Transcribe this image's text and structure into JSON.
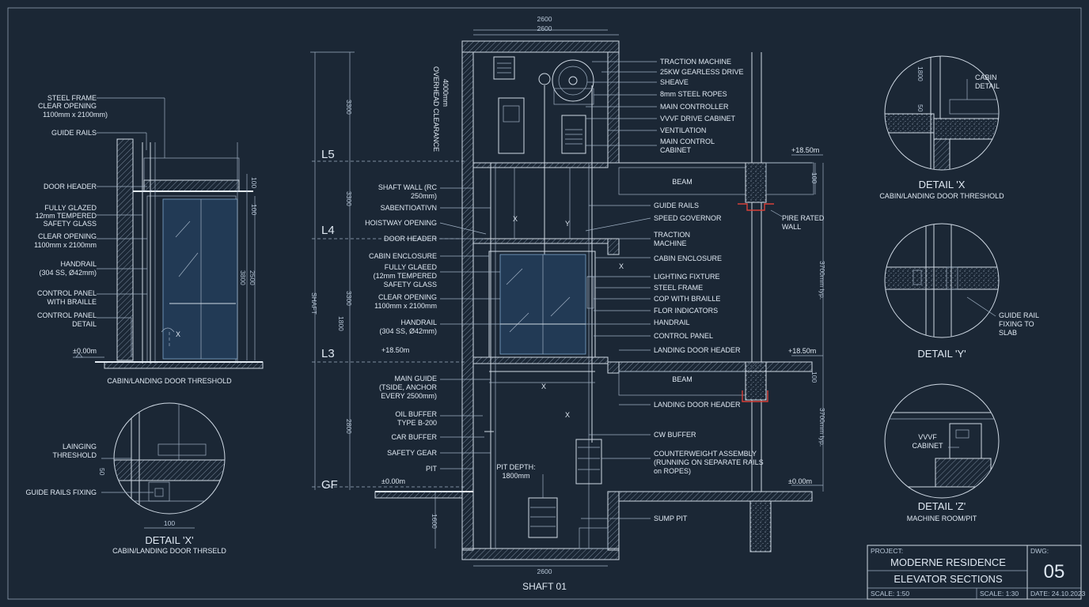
{
  "left_elevation": {
    "labels": [
      "STEEL FRAME",
      "CLEAR OPENING",
      "1100mm x 2100mm)",
      "GUIDE RAILS",
      "DOOR HEADER",
      "FULLY GLAZED",
      "12mm TEMPERED",
      "SAFETY GLASS",
      "CLEAR OPENING",
      "1100mm x 2100mm",
      "HANDRAIL",
      "(304 SS, Ø42mm)",
      "CONTROL PANEL",
      "WITH BRAILLE",
      "CONTROL PANEL",
      "DETAIL"
    ],
    "level": "±0.00m",
    "dims": [
      "100",
      "100",
      "3800",
      "2500"
    ],
    "mark": "X",
    "caption": "CABIN/LANDING DOOR THRESHOLD"
  },
  "detail_x_left": {
    "labels": [
      "LAINGING",
      "THRESHOLD",
      "GUIDE RAILS FIXING"
    ],
    "dims": [
      "50",
      "100"
    ],
    "title": "DETAIL 'X'",
    "subtitle": "CABIN/LANDING DOOR THRSELD"
  },
  "levels": [
    "L5",
    "L4",
    "L3",
    "GF"
  ],
  "shaft_dims": {
    "left": [
      "3300",
      "3300",
      "3300",
      "2800",
      "1600",
      "SHAFT"
    ],
    "left2": "1800",
    "top": [
      "2600",
      "2600"
    ],
    "bottom": "2600",
    "overhead": [
      "OVERHEAD CLEARANCE",
      "4000mm"
    ],
    "pit": [
      "PIT DEPTH:",
      "1800mm"
    ],
    "right_cb": [
      "3700mm typ.",
      "3700mm typ."
    ],
    "right_beam": [
      "100",
      "100"
    ]
  },
  "shaft_labels_left": [
    "SHAFT WALL (RC",
    "250mm)",
    "SABENTIOATIVN",
    "HOISTWAY OPENING",
    "DOOR HEADER",
    "CABIN ENCLOSURE",
    "FULLY GLAEED",
    "(12mm TEMPERED",
    "SAFETY GLASS",
    "CLEAR OPENING",
    "1100mm x 2100mm",
    "HANDRAIL",
    "(304 SS, Ø42mm)",
    "MAIN GUIDE",
    "(TSIDE, ANCHOR",
    "EVERY 2500mm)",
    "OIL BUFFER",
    "TYPE B-200",
    "CAR BUFFER",
    "SAFETY GEAR",
    "PIT"
  ],
  "shaft_labels_right": [
    "TRACTION MACHINE",
    "25KW GEARLESS DRIVE",
    "SHEAVE",
    "8mm STEEL ROPES",
    "MAIN CONTROLLER",
    "VVVF DRIVE CABINET",
    "VENTILATION",
    "MAIN CONTROL",
    "CABINET",
    "GUIDE RAILS",
    "SPEED GOVERNOR",
    "TRACTION",
    "MACHINE",
    "CABIN ENCLOSURE",
    "LIGHTING FIXTURE",
    "STEEL FRAME",
    "COP WITH BRAILLE",
    "FLOR INDICATORS",
    "HANDRAIL",
    "CONTROL PANEL",
    "LANDING DOOR HEADER",
    "LANDING DOOR HEADER",
    "CW BUFFER",
    "COUNTERWEIGHT ASSEMBLY",
    "(RUNNING ON SEPARATE RAILS",
    "on ROPES)",
    "SUMP PIT"
  ],
  "shaft_marks": [
    "X",
    "Y",
    "X",
    "X",
    "X"
  ],
  "shaft_levels": [
    "+18.50m",
    "±0.00m"
  ],
  "structure": {
    "beam": "BEAM",
    "fire_wall": [
      "PIRE RATED",
      "WALL"
    ],
    "levels": [
      "+18.50m",
      "+18.50m",
      "±0.00m"
    ]
  },
  "shaft_title": "SHAFT 01",
  "details_right": [
    {
      "title": "DETAIL 'X",
      "subtitle": "CABIN/LANDING DOOR THRESHOLD",
      "labels": [
        "CABIN",
        "DETAIL"
      ],
      "dims": [
        "1800",
        "50"
      ]
    },
    {
      "title": "DETAIL 'Y'",
      "subtitle": "",
      "labels": [
        "GUIDE RAIL",
        "FIXING TO",
        "SLAB"
      ],
      "dims": []
    },
    {
      "title": "DETAIL 'Z'",
      "subtitle": "MACHINE ROOM/PIT",
      "labels": [
        "VVVF",
        "CABINET"
      ],
      "dims": []
    }
  ],
  "title_block": {
    "project_label": "PROJECT:",
    "project_name": "MODERNE RESIDENCE",
    "sheet_name": "ELEVATOR SECTIONS",
    "dwg_label": "DWG:",
    "dwg_no": "05",
    "scale1": "SCALE: 1:50",
    "scale2": "SCALE: 1:30",
    "date": "DATE: 24.10.2023"
  }
}
